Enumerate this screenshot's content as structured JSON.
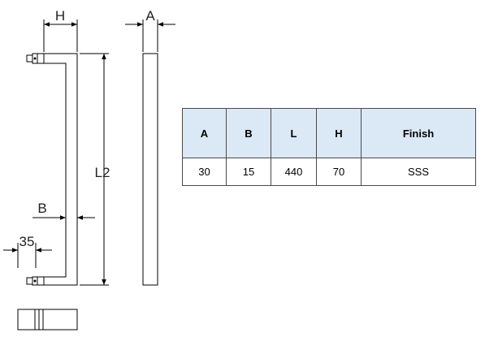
{
  "dimension_labels": {
    "h": "H",
    "a": "A",
    "l2": "L2",
    "b": "B",
    "offset": "35"
  },
  "spec_table": {
    "headers": [
      "A",
      "B",
      "L",
      "H",
      "Finish"
    ],
    "rows": [
      [
        "30",
        "15",
        "440",
        "70",
        "SSS"
      ]
    ]
  },
  "colors": {
    "line": "#000000",
    "header_bg": "#dbe8f5",
    "table_border": "#4a4a4a"
  }
}
